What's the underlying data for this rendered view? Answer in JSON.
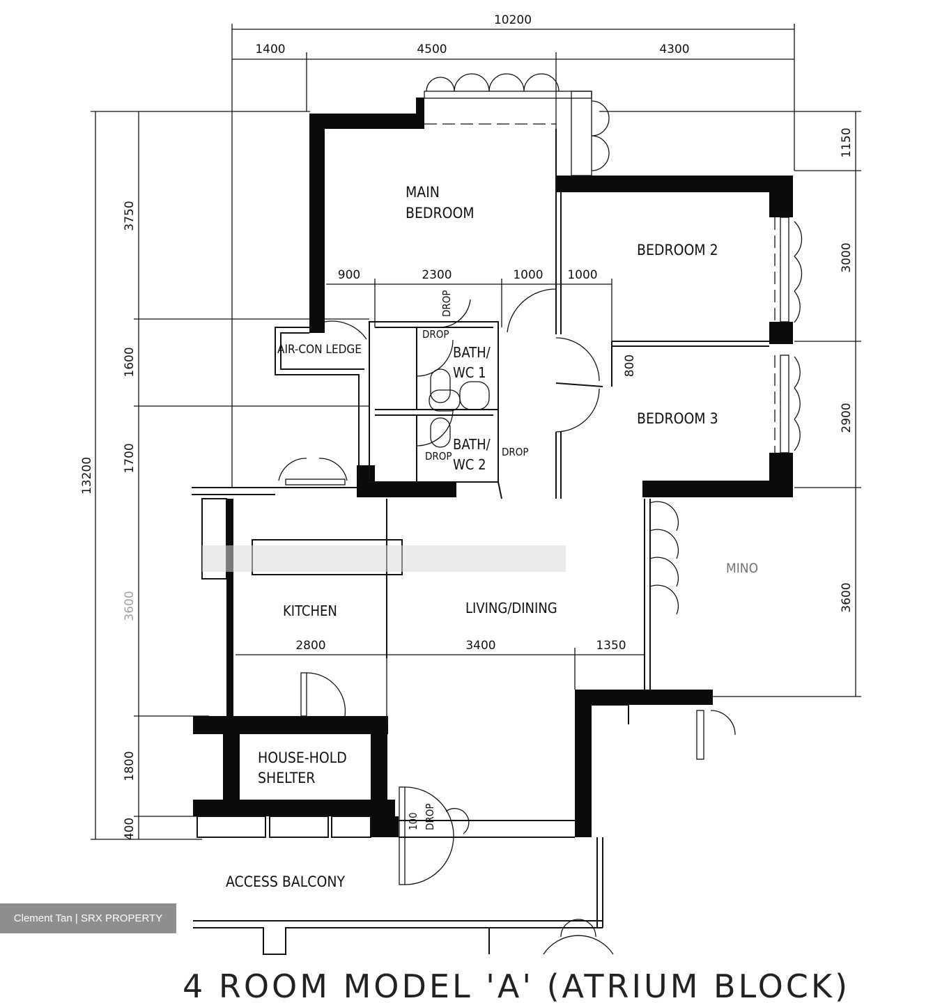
{
  "rooms": {
    "main_bedroom": [
      "MAIN",
      "BEDROOM"
    ],
    "bedroom2": "BEDROOM  2",
    "bedroom3": "BEDROOM  3",
    "aircon_ledge": "AIR-CON LEDGE",
    "bath1": [
      "BATH/",
      "WC  1"
    ],
    "bath2": [
      "BATH/",
      "WC  2"
    ],
    "kitchen": "KITCHEN",
    "living_dining": "LIVING/DINING",
    "household_shelter": [
      "HOUSE-HOLD",
      "SHELTER"
    ],
    "access_balcony": "ACCESS  BALCONY",
    "study": "MINO",
    "drop": "DROP",
    "drop_100": "100"
  },
  "dimensions": {
    "top_total": "10200",
    "top_1": "1400",
    "top_2": "4500",
    "top_3": "4300",
    "inner_1": "900",
    "inner_2": "2300",
    "inner_3": "1000",
    "inner_4": "1000",
    "door_800": "800",
    "mid_1": "2800",
    "mid_2": "3400",
    "mid_3": "1350",
    "left_total": "13200",
    "left_1": "3750",
    "left_2": "1600",
    "left_3": "1700",
    "left_4": "3600",
    "left_5": "1800",
    "left_6": "400",
    "right_1": "1150",
    "right_2": "3000",
    "right_3": "2900",
    "right_4": "3600"
  },
  "title": "4  ROOM  MODEL  'A'  (ATRIUM  BLOCK)",
  "watermark": "Clement Tan | SRX PROPERTY"
}
